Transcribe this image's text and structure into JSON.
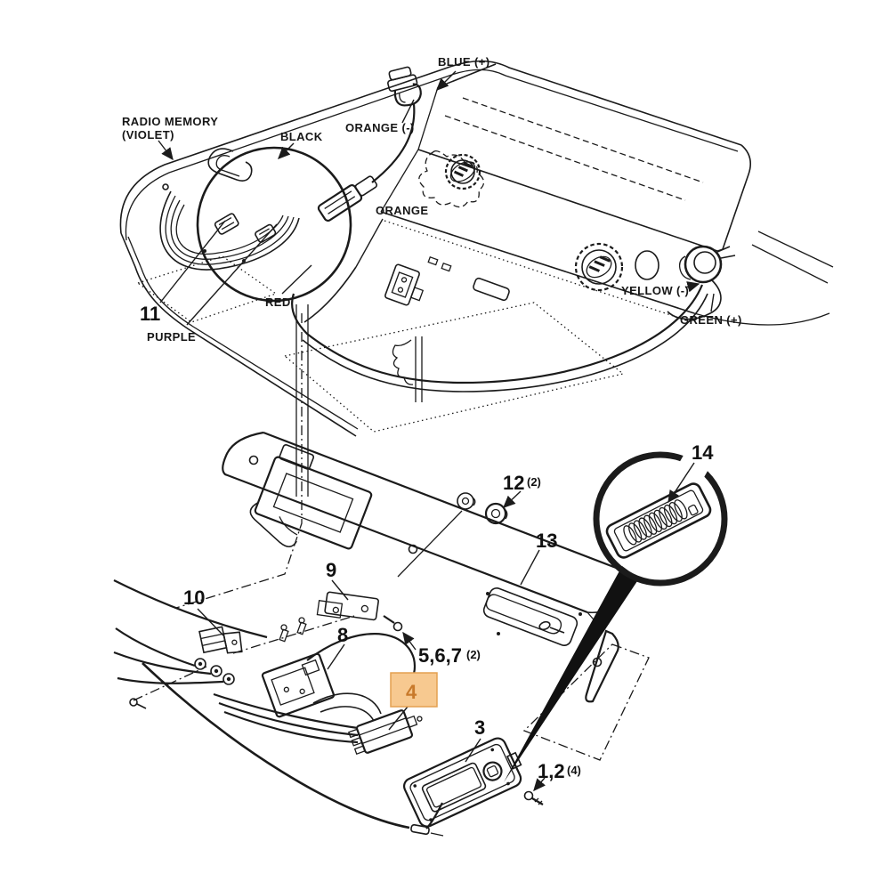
{
  "highlight": {
    "box_fill": "#F7C990",
    "box_border": "#E4A050",
    "number_color": "#C8792A"
  },
  "ink": "#1b1b1b",
  "labels": {
    "radio_memory_line1": "RADIO MEMORY",
    "radio_memory_line2": "(VIOLET)",
    "black": "BLACK",
    "blue_positive": "BLUE (+)",
    "orange_negative": "ORANGE (-)",
    "orange": "ORANGE",
    "yellow_negative": "YELLOW (-)",
    "green_positive": "GREEN (+)",
    "red": "RED",
    "purple": "PURPLE"
  },
  "parts": {
    "p11": "11",
    "p12": "12",
    "p12_qty": "(2)",
    "p13": "13",
    "p14": "14",
    "p9": "9",
    "p10": "10",
    "p8": "8",
    "p567": "5,6,7",
    "p567_qty": "(2)",
    "p4": "4",
    "p3": "3",
    "p1_2": "1,2",
    "p1_2_qty": "(4)"
  }
}
